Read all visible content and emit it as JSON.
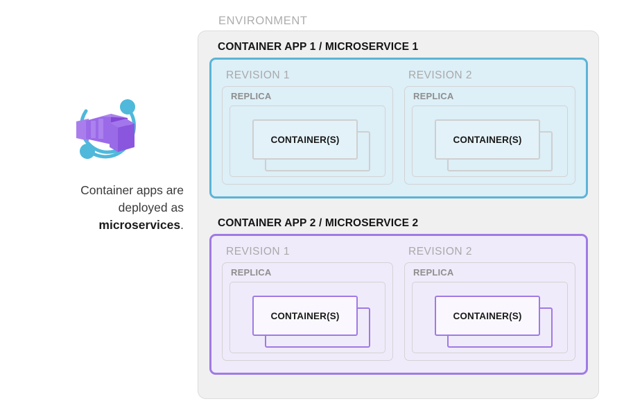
{
  "caption": {
    "line1": "Container apps are",
    "line2": "deployed as",
    "line3_strong": "microservices",
    "line3_tail": "."
  },
  "icon": {
    "name": "azure-container-apps-icon",
    "colors": {
      "purple_dark": "#7B3FCE",
      "purple_mid": "#8B5CF6",
      "purple_light": "#B794F4",
      "cyan": "#4FB8DB"
    }
  },
  "environment": {
    "label": "ENVIRONMENT",
    "fill": "#F0F0F0",
    "border": "#DCDCDC"
  },
  "apps": [
    {
      "title": "CONTAINER APP 1 / MICROSERVICE 1",
      "accent": "#5BB4D6",
      "fill": "#DDEFF7",
      "revisions": [
        {
          "label": "REVISION 1",
          "replica_label": "REPLICA",
          "container_label": "CONTAINER(S)"
        },
        {
          "label": "REVISION 2",
          "replica_label": "REPLICA",
          "container_label": "CONTAINER(S)"
        }
      ]
    },
    {
      "title": "CONTAINER APP 2 / MICROSERVICE 2",
      "accent": "#9F7AE4",
      "fill": "#F0EBFA",
      "revisions": [
        {
          "label": "REVISION 1",
          "replica_label": "REPLICA",
          "container_label": "CONTAINER(S)"
        },
        {
          "label": "REVISION 2",
          "replica_label": "REPLICA",
          "container_label": "CONTAINER(S)"
        }
      ]
    }
  ]
}
